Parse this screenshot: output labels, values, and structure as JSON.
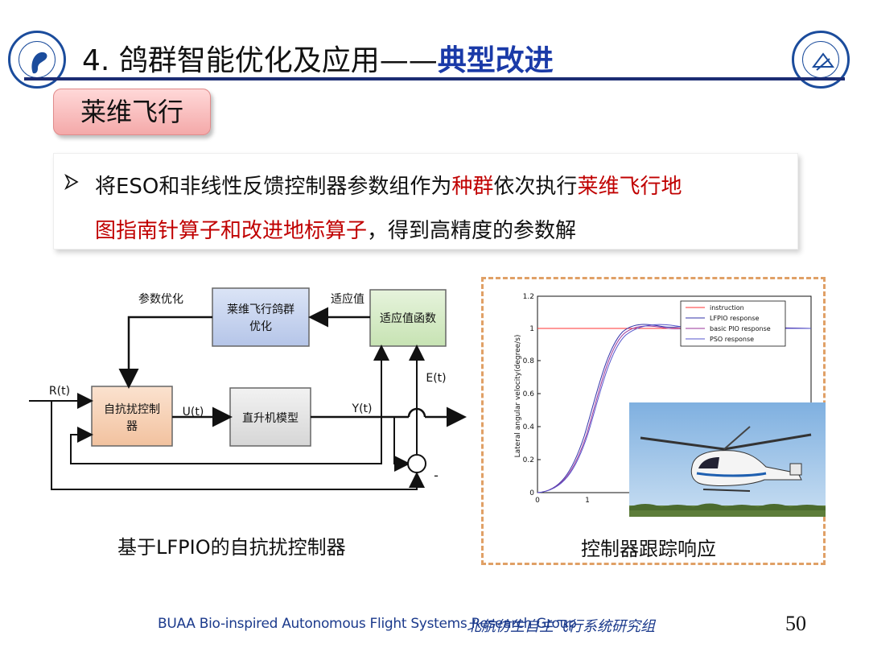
{
  "title": {
    "main": "4. 鸽群智能优化及应用",
    "separator": "——",
    "accent": "典型改进"
  },
  "section_tag": "莱维飞行",
  "bullet": {
    "line1_a": "将ESO和非线性反馈控制器参数组作为",
    "line1_b": "种群",
    "line1_c": "依次执行",
    "line1_d": "莱维飞行地",
    "line2_a": "图指南针算子和改进地标算子",
    "line2_b": "，得到高精度的参数解"
  },
  "diagram": {
    "optimizer": "莱维飞行鸽群",
    "optimizer2": "优化",
    "fitness_fn": "适应值函数",
    "controller": "自抗扰控制",
    "controller2": "器",
    "plant": "直升机模型",
    "param_opt": "参数优化",
    "fitness_val": "适应值",
    "r_t": "R(t)",
    "u_t": "U(t)",
    "y_t": "Y(t)",
    "e_t": "E(t)",
    "minus": "-"
  },
  "caption_left": "基于LFPIO的自抗扰控制器",
  "caption_right": "控制器跟踪响应",
  "plot": {
    "ylabel": "Lateral angular velocity(degree/s)",
    "yticks": [
      "0",
      "0.2",
      "0.4",
      "0.6",
      "0.8",
      "1",
      "1.2"
    ],
    "xticks": [
      "0",
      "1"
    ],
    "legend": [
      "instruction",
      "LFPIO response",
      "basic PIO response",
      "PSO response"
    ],
    "colors": {
      "instruction": "#ff3333",
      "lfpio": "#3333aa",
      "basic": "#993399",
      "pso": "#5555cc"
    }
  },
  "footer": {
    "en": "BUAA Bio-inspired Autonomous Flight Systems Research Group",
    "cn": "北航仿生自主飞行系统研究组",
    "page": "50"
  }
}
